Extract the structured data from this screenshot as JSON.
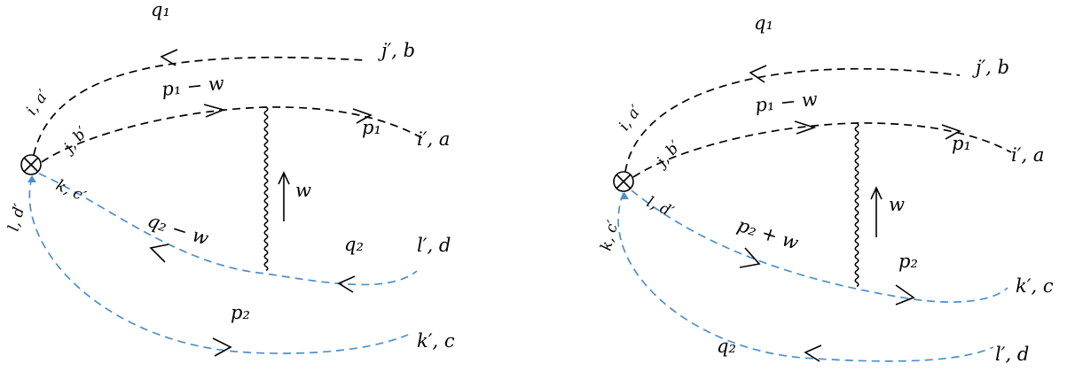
{
  "diagrams": [
    {
      "labels": {
        "q1": "q₁",
        "jp_b": "j′, b",
        "i_ap": "i, a′",
        "p1mw": "p₁ − w",
        "j_bp": "j, b′",
        "p1": "p₁",
        "ip_a": "i′, a",
        "k_cp": "k, c′",
        "l_dp": "l, d′",
        "w": "w",
        "q2mw": "q₂ − w",
        "q2": "q₂",
        "lp_d": "l′, d",
        "p2": "p₂",
        "kp_c": "k′, c"
      }
    },
    {
      "labels": {
        "q1": "q₁",
        "jp_b": "j′, b",
        "i_ap": "i, a′",
        "p1mw": "p₁ − w",
        "j_bp": "j, b′",
        "p1": "p₁",
        "ip_a": "i′, a",
        "l_dp": "l, d′",
        "k_cp": "k, c′",
        "w": "w",
        "p2pw": "p₂ + w",
        "p2": "p₂",
        "kp_c": "k′, c",
        "q2": "q₂",
        "lp_d": "l′, d"
      }
    }
  ],
  "colors": {
    "quark_line": "#000000",
    "blue_line": "#4a8fd0"
  }
}
